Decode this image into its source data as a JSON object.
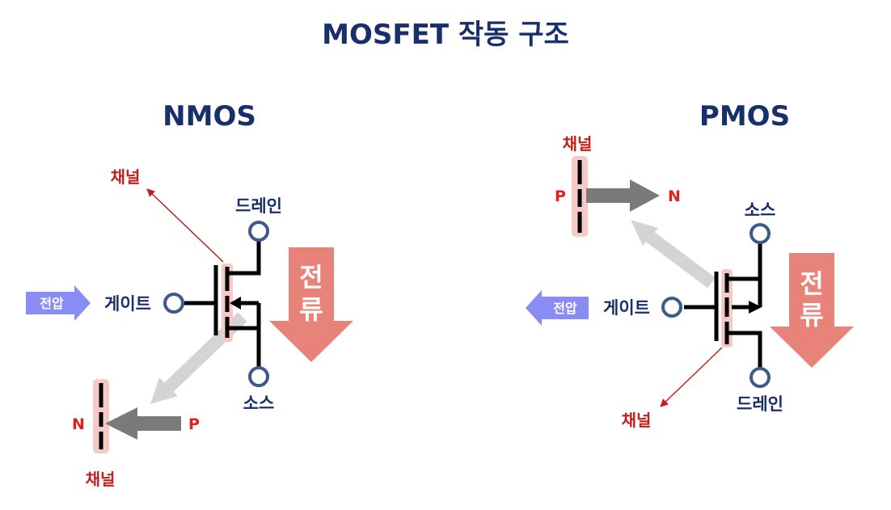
{
  "title": "MOSFET 작동 구조",
  "nmos": {
    "label": "NMOS",
    "drain": "드레인",
    "gate": "게이트",
    "source": "소스",
    "voltage": "전압",
    "current_top": "전",
    "current_bottom": "류",
    "channel_top": "채널",
    "channel_bottom": "채널",
    "n_label": "N",
    "p_label": "P"
  },
  "pmos": {
    "label": "PMOS",
    "source": "소스",
    "gate": "게이트",
    "drain": "드레인",
    "voltage": "전압",
    "current_top": "전",
    "current_bottom": "류",
    "channel_top": "채널",
    "channel_bottom": "채널",
    "p_label": "P",
    "n_label": "N"
  },
  "colors": {
    "navy": "#17306b",
    "red_text": "#c0201a",
    "current_arrow": "#e8837a",
    "voltage_arrow": "#8a8cf5",
    "channel_highlight": "#f7c9c6",
    "pn_arrow": "#7a7a7a",
    "guide_arrow": "#d4d4d4",
    "terminal_ring": "#3d5a8a"
  },
  "icons": [
    "terminal-circle-icon",
    "current-arrow-icon",
    "voltage-arrow-icon",
    "charge-flow-arrow-icon"
  ]
}
